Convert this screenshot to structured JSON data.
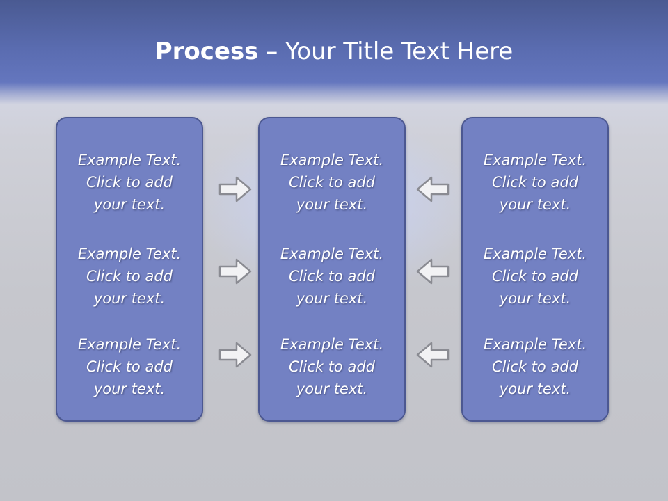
{
  "slide": {
    "title_bold": "Process",
    "title_rest": " – Your Title Text Here"
  },
  "panels": {
    "left": {
      "items": [
        {
          "line1": "Example Text.",
          "line2": "Click  to add",
          "line3": "your text."
        },
        {
          "line1": "Example Text.",
          "line2": "Click  to add",
          "line3": "your text."
        },
        {
          "line1": "Example Text.",
          "line2": "Click  to add",
          "line3": "your text."
        }
      ]
    },
    "center": {
      "items": [
        {
          "line1": "Example Text.",
          "line2": "Click  to add",
          "line3": "your text."
        },
        {
          "line1": "Example Text.",
          "line2": "Click  to add",
          "line3": "your text."
        },
        {
          "line1": "Example Text.",
          "line2": "Click  to add",
          "line3": "your text."
        }
      ]
    },
    "right": {
      "items": [
        {
          "line1": "Example Text.",
          "line2": "Click  to add",
          "line3": "your text."
        },
        {
          "line1": "Example Text.",
          "line2": "Click  to add",
          "line3": "your text."
        },
        {
          "line1": "Example Text.",
          "line2": "Click  to add",
          "line3": "your text."
        }
      ]
    }
  },
  "arrows": {
    "left_side_icon": "arrow-right-icon",
    "right_side_icon": "arrow-left-icon"
  },
  "colors": {
    "header": "#5a6cb0",
    "panel_fill": "#7381c3",
    "panel_border": "#4c5891",
    "arrow_fill": "#f2f2f4",
    "arrow_stroke": "#8a8b92"
  }
}
